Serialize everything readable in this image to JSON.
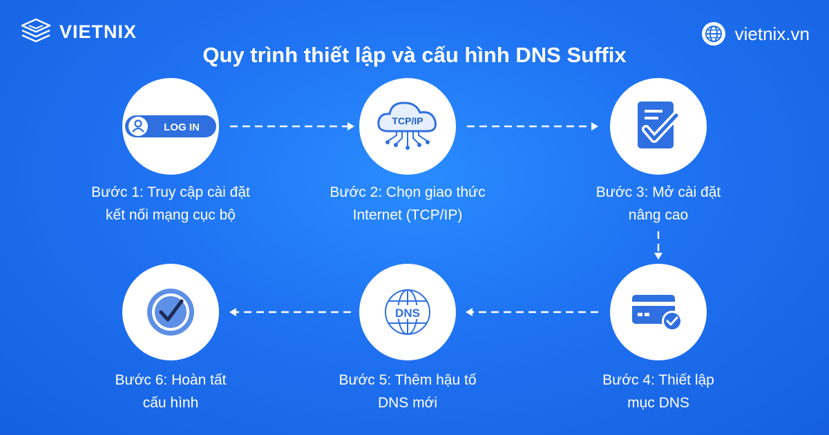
{
  "brand": {
    "name": "VIETNIX",
    "site": "vietnix.vn"
  },
  "title": "Quy trình thiết lập và cấu hình DNS Suffix",
  "steps": [
    {
      "line1": "Bước 1: Truy cập cài đặt",
      "line2": "kết nối mạng cục bộ",
      "icon": "login-icon",
      "icon_text": "LOG IN"
    },
    {
      "line1": "Bước 2: Chọn giao thức",
      "line2": "Internet (TCP/IP)",
      "icon": "tcp-ip-cloud-icon",
      "icon_text": "TCP/IP"
    },
    {
      "line1": "Bước 3: Mở cài đặt",
      "line2": "nâng cao",
      "icon": "checklist-icon"
    },
    {
      "line1": "Bước 4: Thiết lập",
      "line2": "mục DNS",
      "icon": "card-check-icon"
    },
    {
      "line1": "Bước 5: Thêm hậu tố",
      "line2": "DNS mới",
      "icon": "dns-globe-icon",
      "icon_text": "DNS"
    },
    {
      "line1": "Bước 6: Hoàn tất",
      "line2": "cấu hình",
      "icon": "check-circle-icon"
    }
  ],
  "colors": {
    "background": "#1f72f2",
    "icon": "#2f6fe0",
    "text": "#ffffff"
  }
}
